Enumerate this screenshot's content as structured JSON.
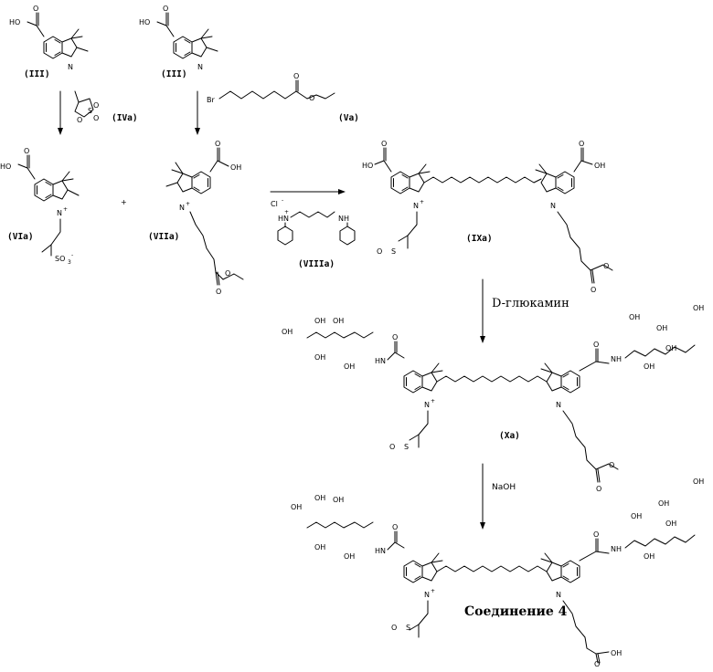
{
  "compounds": {
    "iii": "(III)",
    "iva": "(IVa)",
    "va": "(Va)",
    "via": "(VIa)",
    "viia": "(VIIa)",
    "viiia": "(VIIIa)",
    "ixa": "(IXa)",
    "xa": "(Xa)",
    "final": "Соединение 4"
  },
  "reagents": {
    "glucamine": "D-глюкамин",
    "naoh": "NaOH",
    "plus": "+"
  },
  "atoms": {
    "hooc": "HO",
    "oh": "OH",
    "o": "O",
    "n": "N",
    "nplus": "N",
    "plus_sign": "+",
    "nh": "NH",
    "hn": "HN",
    "br": "Br",
    "s": "S",
    "so3": "SO",
    "sub3": "3",
    "minus": "-",
    "cl": "Cl",
    "o3s": "O",
    "o3s_mid": "S",
    "h": "H"
  }
}
